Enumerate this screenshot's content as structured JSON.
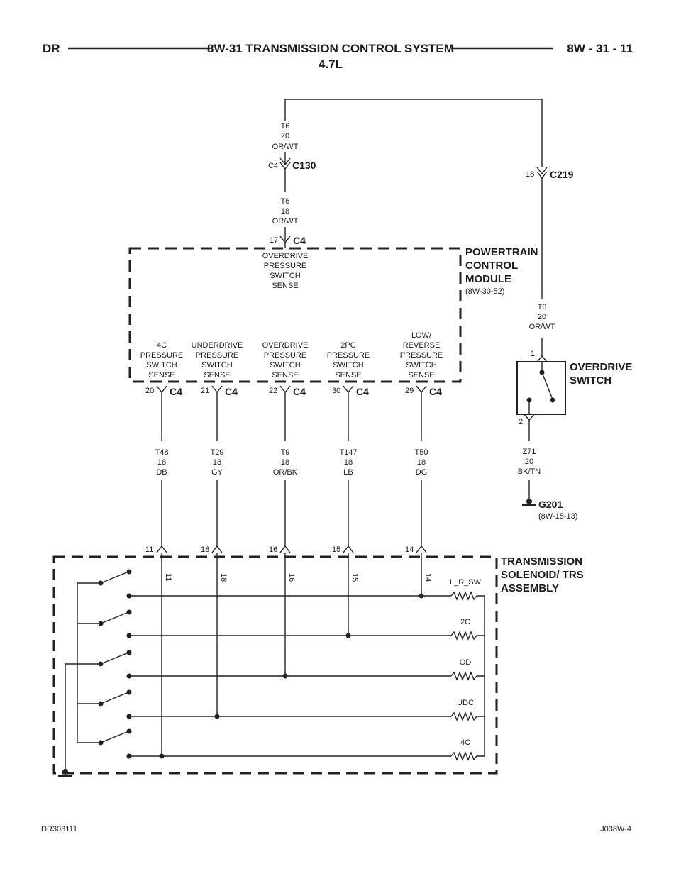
{
  "header": {
    "left": "DR",
    "title": "8W-31 TRANSMISSION CONTROL SYSTEM",
    "subtitle": "4.7L",
    "right": "8W - 31 - 11"
  },
  "footer": {
    "left": "DR303111",
    "right": "J038W-4"
  },
  "connectors": {
    "c130": {
      "name": "C130",
      "cavity": "C4"
    },
    "c219": {
      "name": "C219",
      "cavity": "18"
    },
    "c4_top": {
      "name": "C4",
      "cavity": "17"
    },
    "c4_name": "C4"
  },
  "wires": {
    "t6_top": [
      "T6",
      "20",
      "OR/WT"
    ],
    "t6_mid": [
      "T6",
      "18",
      "OR/WT"
    ],
    "t6_right": [
      "T6",
      "20",
      "OR/WT"
    ],
    "z71": [
      "Z71",
      "20",
      "BK/TN"
    ]
  },
  "pcm": {
    "title": [
      "POWERTRAIN",
      "CONTROL",
      "MODULE"
    ],
    "ref": "(8W-30-52)",
    "overdrive_sense": [
      "OVERDRIVE",
      "PRESSURE",
      "SWITCH",
      "SENSE"
    ]
  },
  "senses": [
    {
      "lines": [
        "4C",
        "PRESSURE",
        "SWITCH",
        "SENSE"
      ],
      "cavity": "20",
      "wire": [
        "T48",
        "18",
        "DB"
      ],
      "tpin": "11"
    },
    {
      "lines": [
        "UNDERDRIVE",
        "PRESSURE",
        "SWITCH",
        "SENSE"
      ],
      "cavity": "21",
      "wire": [
        "T29",
        "18",
        "GY"
      ],
      "tpin": "18"
    },
    {
      "lines": [
        "OVERDRIVE",
        "PRESSURE",
        "SWITCH",
        "SENSE"
      ],
      "cavity": "22",
      "wire": [
        "T9",
        "18",
        "OR/BK"
      ],
      "tpin": "16"
    },
    {
      "lines": [
        "2PC",
        "PRESSURE",
        "SWITCH",
        "SENSE"
      ],
      "cavity": "30",
      "wire": [
        "T147",
        "18",
        "LB"
      ],
      "tpin": "15"
    },
    {
      "lines": [
        "LOW/",
        "REVERSE",
        "PRESSURE",
        "SWITCH",
        "SENSE"
      ],
      "cavity": "29",
      "wire": [
        "T50",
        "18",
        "DG"
      ],
      "tpin": "14"
    }
  ],
  "overdrive_switch": {
    "title": [
      "OVERDRIVE",
      "SWITCH"
    ],
    "pin_top": "1",
    "pin_bottom": "2"
  },
  "ground": {
    "name": "G201",
    "ref": "(8W-15-13)"
  },
  "transmission": {
    "title": [
      "TRANSMISSION",
      "SOLENOID/ TRS",
      "ASSEMBLY"
    ],
    "resistors": [
      "L_R_SW",
      "2C",
      "OD",
      "UDC",
      "4C"
    ]
  }
}
